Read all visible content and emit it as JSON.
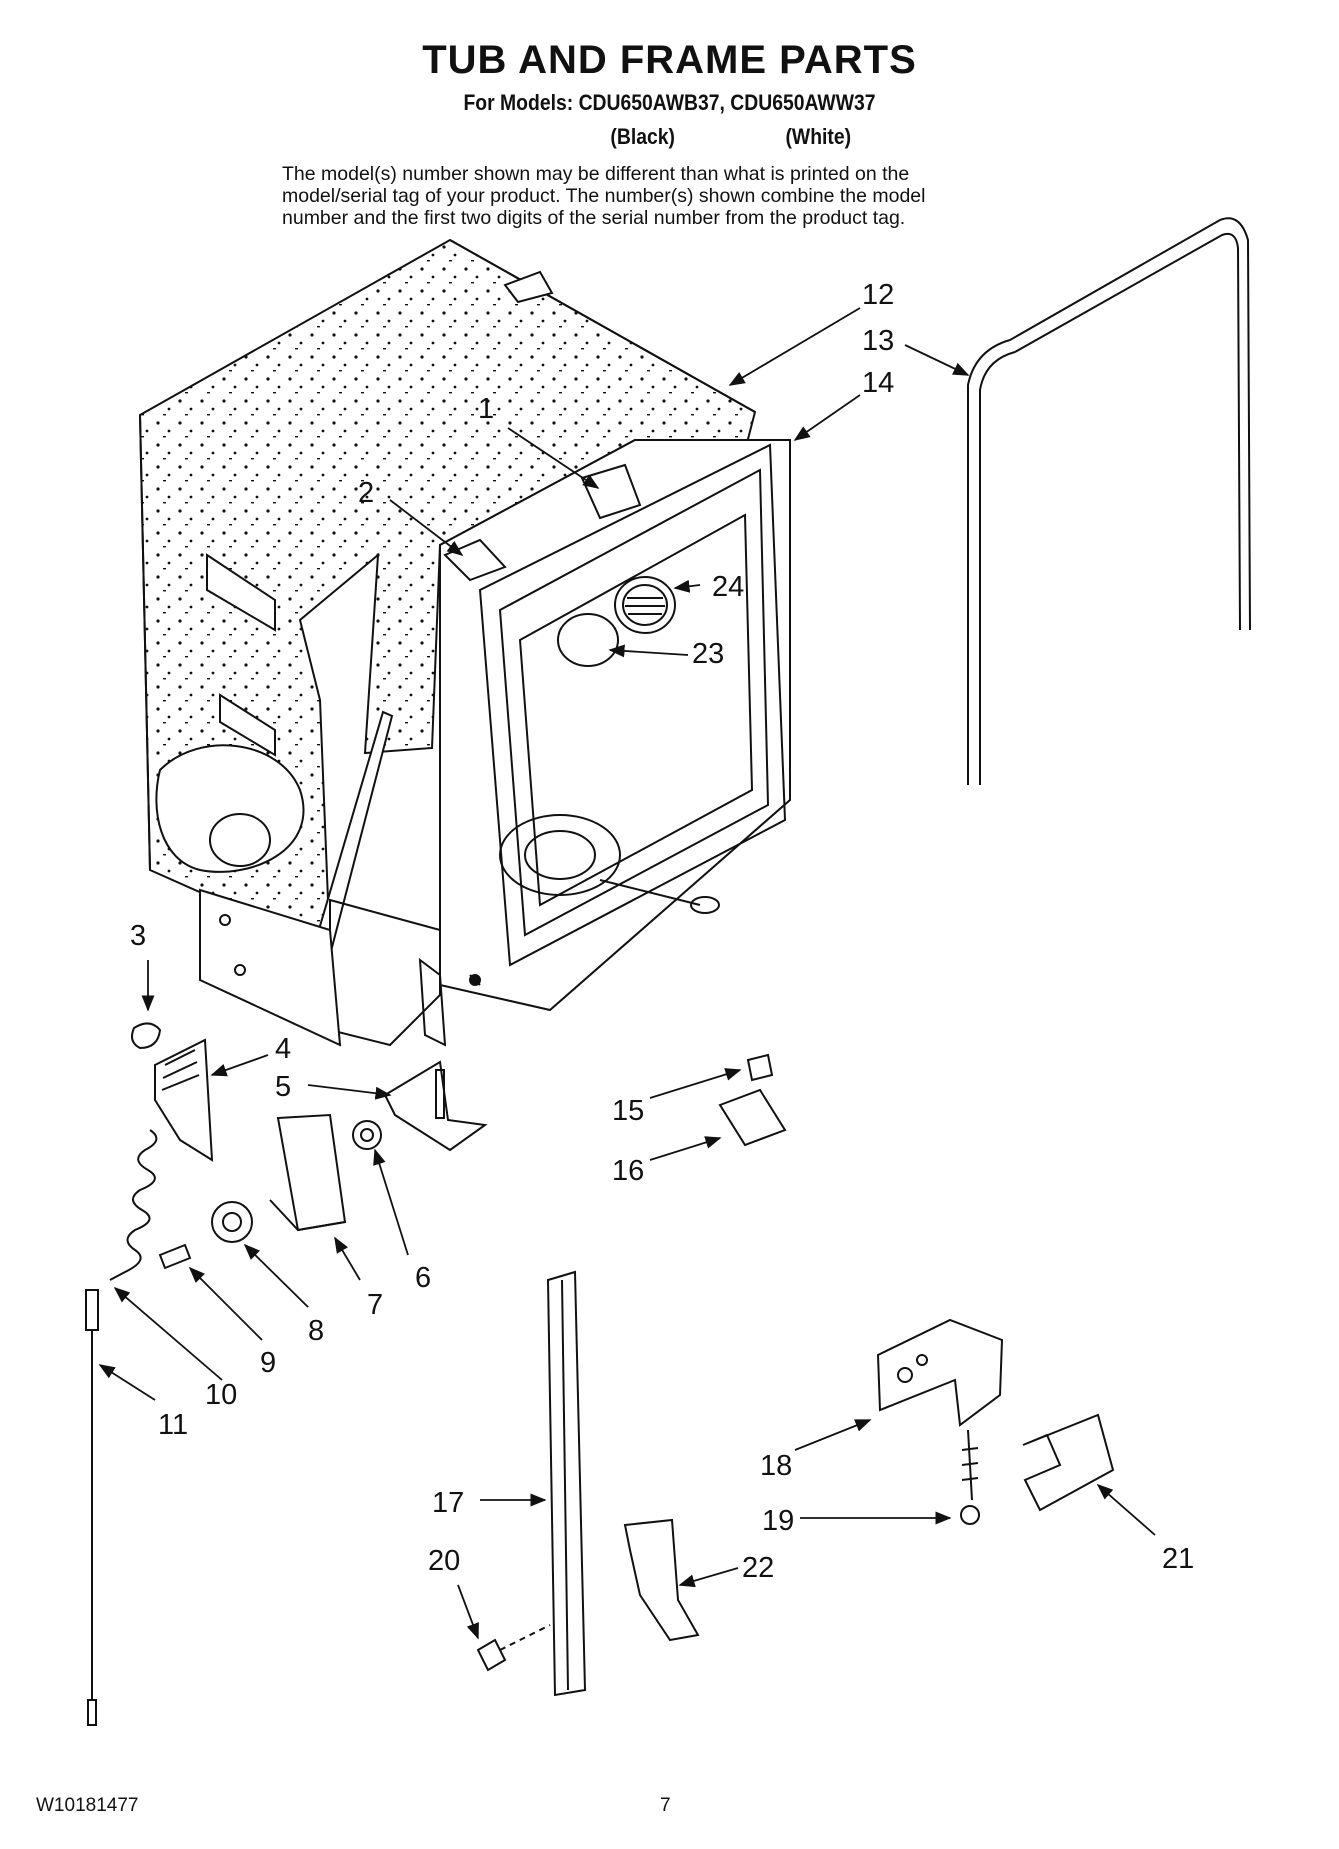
{
  "header": {
    "title": "TUB AND FRAME PARTS",
    "models_line": "For Models: CDU650AWB37, CDU650AWW37",
    "variant_black": "(Black)",
    "variant_white": "(White)"
  },
  "note": {
    "line1": "The model(s) number shown may be different than what is printed on the",
    "line2": "model/serial tag of your product. The number(s) shown combine the model",
    "line3": "number and the first two digits of the serial number from the product tag."
  },
  "callouts": {
    "c1": "1",
    "c2": "2",
    "c3": "3",
    "c4": "4",
    "c5": "5",
    "c6": "6",
    "c7": "7",
    "c8": "8",
    "c9": "9",
    "c10": "10",
    "c11": "11",
    "c12": "12",
    "c13": "13",
    "c14": "14",
    "c15": "15",
    "c16": "16",
    "c17": "17",
    "c18": "18",
    "c19": "19",
    "c20": "20",
    "c21": "21",
    "c22": "22",
    "c23": "23",
    "c24": "24"
  },
  "footer": {
    "doc_number": "W10181477",
    "page_number": "7"
  }
}
